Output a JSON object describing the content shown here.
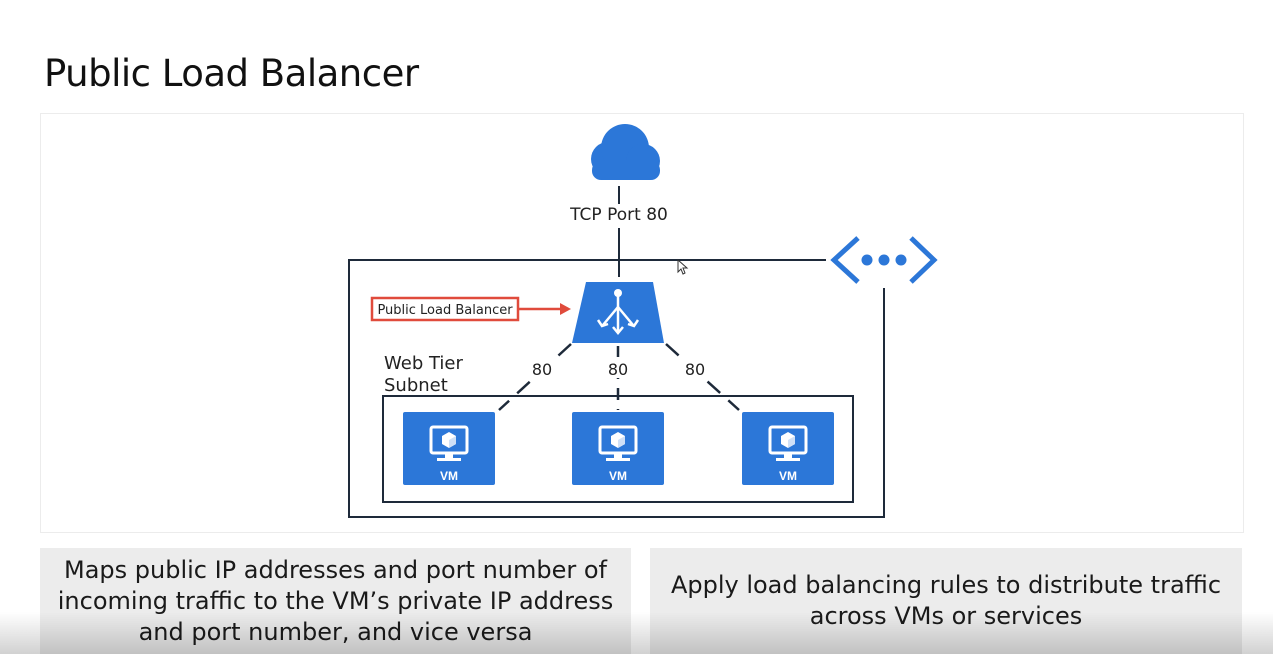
{
  "title": "Public Load Balancer",
  "diagram": {
    "port_label": "TCP Port 80",
    "lb_callout": "Public Load Balancer",
    "subnet_label_line1": "Web Tier",
    "subnet_label_line2": "Subnet",
    "port_left": "80",
    "port_center": "80",
    "port_right": "80",
    "vm_labels": [
      "VM",
      "VM",
      "VM"
    ],
    "colors": {
      "azure_blue": "#2c77d8",
      "callout_red": "#e04b3c",
      "line": "#1e2a3a"
    },
    "icons": [
      "cloud-icon",
      "load-balancer-icon",
      "vnet-icon",
      "vm-icon"
    ]
  },
  "cards": {
    "left": [
      "Maps public IP addresses and port number of",
      "incoming traffic to the VM’s private IP address",
      "and port number, and vice versa"
    ],
    "right": [
      "Apply load balancing rules to distribute traffic",
      "across VMs or services"
    ]
  }
}
